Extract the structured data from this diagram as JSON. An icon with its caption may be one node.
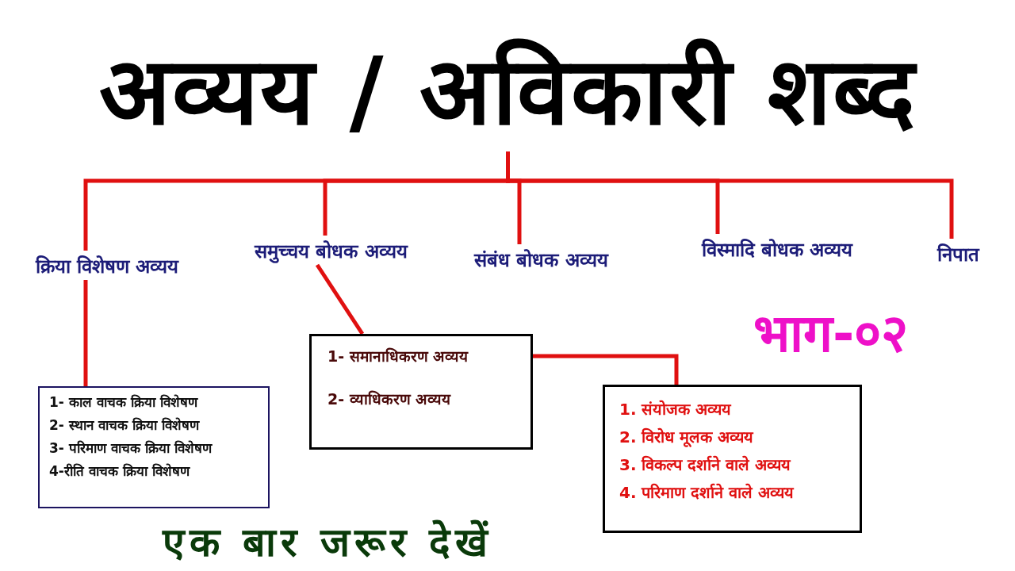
{
  "diagram": {
    "nodes": [
      {
        "text": [
          "अव्यय / अविकारी शब्द"
        ]
      },
      {
        "text": [
          "क्रिया विशेषण अव्यय"
        ]
      },
      {
        "text": [
          "समुच्चय बोधक अव्यय"
        ]
      },
      {
        "text": [
          "संबंध बोधक अव्यय"
        ]
      },
      {
        "text": [
          "विस्मादि बोधक अव्यय"
        ]
      },
      {
        "text": [
          "निपात"
        ]
      },
      {
        "text": [
          "1- काल वाचक क्रिया विशेषण",
          "2- स्थान वाचक क्रिया विशेषण",
          "3- परिमाण वाचक क्रिया विशेषण",
          "4-रीति वाचक क्रिया विशेषण"
        ]
      },
      {
        "text": [
          "1- समानाधिकरण अव्यय",
          "2- व्याधिकरण अव्यय"
        ]
      },
      {
        "text": [
          "1. संयोजक अव्यय",
          "2. विरोध मूलक अव्यय",
          "3. विकल्प दर्शाने वाले अव्यय",
          "4. परिमाण दर्शाने वाले अव्यय"
        ]
      }
    ],
    "edges": [
      {
        "from": 0,
        "to": 1,
        "arrow": "none"
      },
      {
        "from": 0,
        "to": 2,
        "arrow": "none"
      },
      {
        "from": 0,
        "to": 3,
        "arrow": "none"
      },
      {
        "from": 0,
        "to": 4,
        "arrow": "none"
      },
      {
        "from": 0,
        "to": 5,
        "arrow": "none"
      },
      {
        "from": 1,
        "to": 6,
        "arrow": "none"
      },
      {
        "from": 2,
        "to": 7,
        "arrow": "none"
      },
      {
        "from": 7,
        "to": 8,
        "arrow": "none"
      }
    ],
    "labels": [
      "भाग-०२",
      "एक बार जरूर देखें"
    ]
  }
}
